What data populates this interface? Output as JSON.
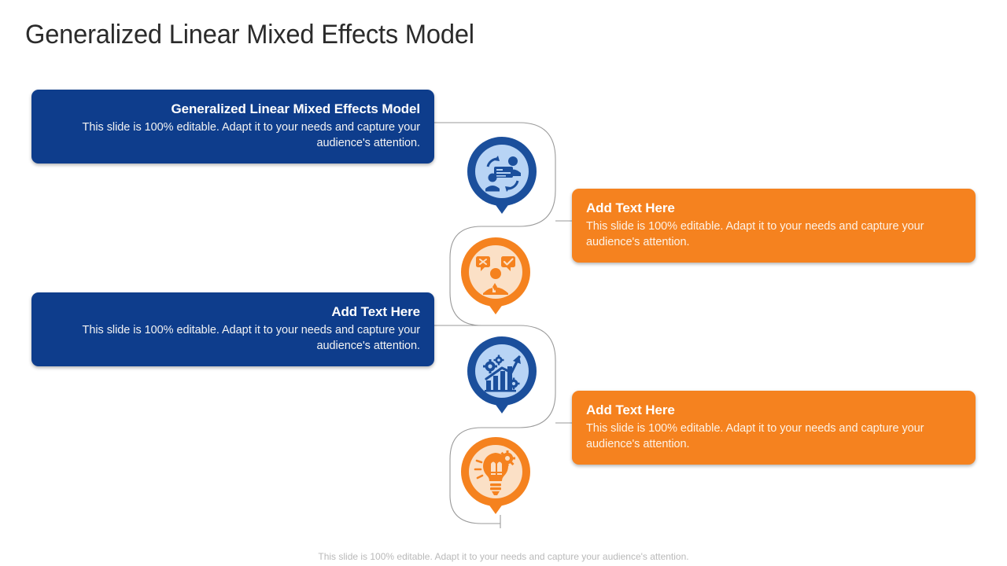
{
  "slide": {
    "title": "Generalized Linear Mixed Effects Model",
    "footer_note": "This slide is 100% editable. Adapt it to your needs and capture your audience's attention.",
    "colors": {
      "blue": "#0e3d8c",
      "orange": "#f5821f",
      "marker_blue_ring": "#1b4f9c",
      "marker_blue_fill": "#b8d4f5",
      "marker_orange_ring": "#f5821f",
      "marker_orange_fill": "#fbe0c6",
      "title_text": "#2b2b2b",
      "footer_text": "#b9b9b9",
      "connector_line": "#9a9a9a"
    }
  },
  "cards": [
    {
      "id": "card-1",
      "title": "Generalized Linear Mixed Effects Model",
      "body": "This slide is 100% editable. Adapt it to your needs and capture your audience's attention.",
      "color": "blue",
      "align": "right"
    },
    {
      "id": "card-2",
      "title": "Add Text Here",
      "body": "This slide is 100% editable. Adapt it to your needs and capture your audience's attention.",
      "color": "orange",
      "align": "left"
    },
    {
      "id": "card-3",
      "title": "Add Text Here",
      "body": "This slide is 100% editable. Adapt it to your needs and capture your audience's attention.",
      "color": "blue",
      "align": "right"
    },
    {
      "id": "card-4",
      "title": "Add Text Here",
      "body": "This slide is 100% editable. Adapt it to your needs and capture your audience's attention.",
      "color": "orange",
      "align": "left"
    }
  ],
  "markers": [
    {
      "id": "pin-1",
      "icon": "knowledge-exchange-icon",
      "color": "blue"
    },
    {
      "id": "pin-2",
      "icon": "decision-choice-icon",
      "color": "orange"
    },
    {
      "id": "pin-3",
      "icon": "growth-chart-gears-icon",
      "color": "orange"
    },
    {
      "id": "pin-4",
      "icon": "lightbulb-gear-idea-icon",
      "color": "orange"
    }
  ]
}
